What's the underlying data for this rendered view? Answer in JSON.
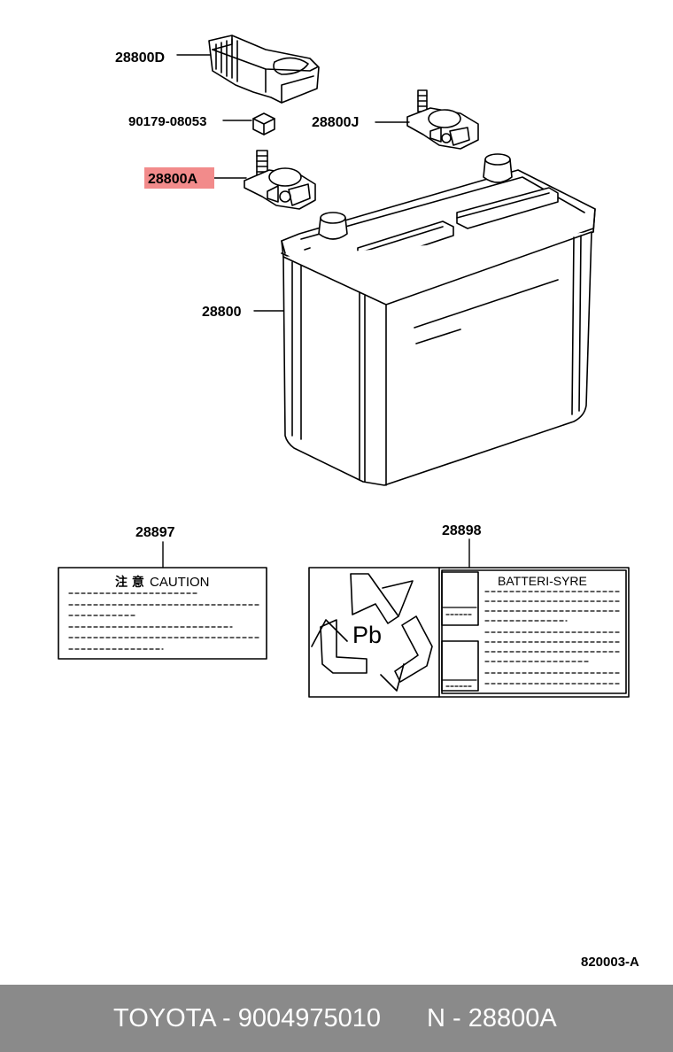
{
  "callouts": {
    "cover": "28800D",
    "nut": "90179-08053",
    "terminal_j": "28800J",
    "terminal_a": "28800A",
    "battery": "28800",
    "caution_label": "28897",
    "recycle_label": "28898"
  },
  "highlight_color": "#f28b8b",
  "caution_label": {
    "kanji": "注 意",
    "title": "CAUTION"
  },
  "recycle_label": {
    "symbol": "Pb",
    "title": "BATTERI-SYRE"
  },
  "drawing_number": "820003-A",
  "footer": {
    "brand_part": "TOYOTA - 9004975010",
    "ref": "N - 28800A",
    "background": "#8a8a8a"
  }
}
